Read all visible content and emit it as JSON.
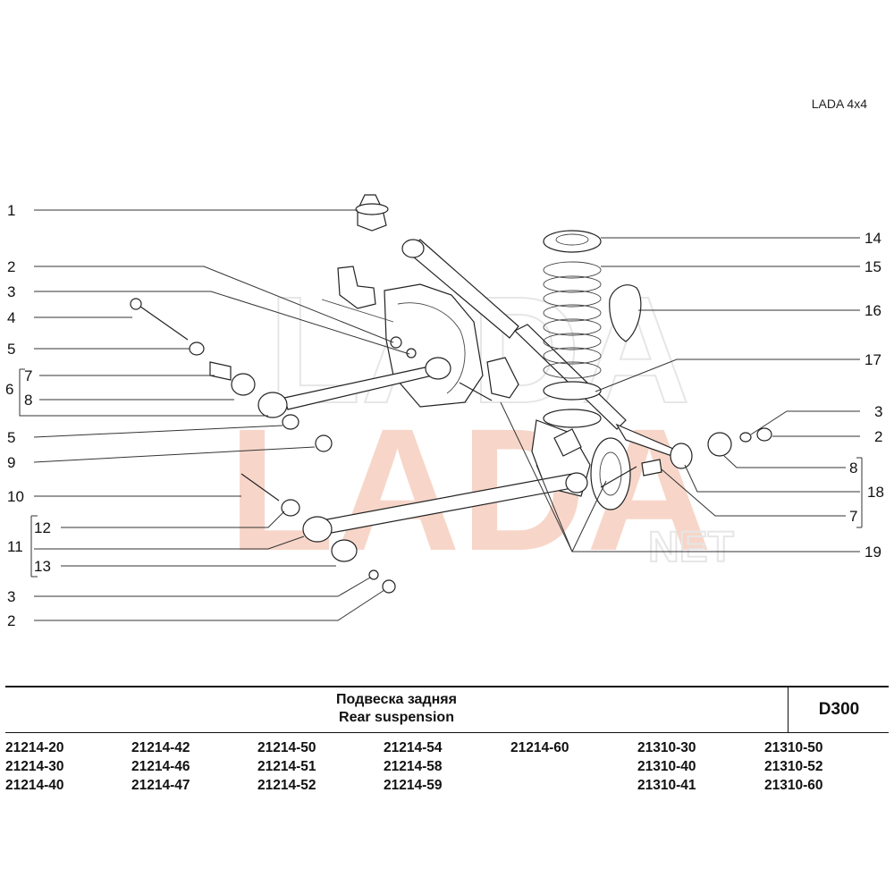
{
  "header": {
    "brand": "LADA 4x4"
  },
  "callouts": {
    "left": [
      "1",
      "2",
      "3",
      "4",
      "5",
      "7",
      "6",
      "8",
      "5",
      "9",
      "10",
      "12",
      "11",
      "13",
      "3",
      "2"
    ],
    "right": [
      "14",
      "15",
      "16",
      "17",
      "3",
      "2",
      "8",
      "18",
      "7",
      "19"
    ]
  },
  "watermark": {
    "main": "LADA",
    "sub": "NET"
  },
  "title": {
    "ru": "Подвеска задняя",
    "en": "Rear suspension",
    "code": "D300"
  },
  "models": [
    [
      "21214-20",
      "21214-30",
      "21214-40"
    ],
    [
      "21214-42",
      "21214-46",
      "21214-47"
    ],
    [
      "21214-50",
      "21214-51",
      "21214-52"
    ],
    [
      "21214-54",
      "21214-58",
      "21214-59"
    ],
    [
      "21214-60"
    ],
    [
      "21310-30",
      "21310-40",
      "21310-41"
    ],
    [
      "21310-50",
      "21310-52",
      "21310-60"
    ]
  ]
}
